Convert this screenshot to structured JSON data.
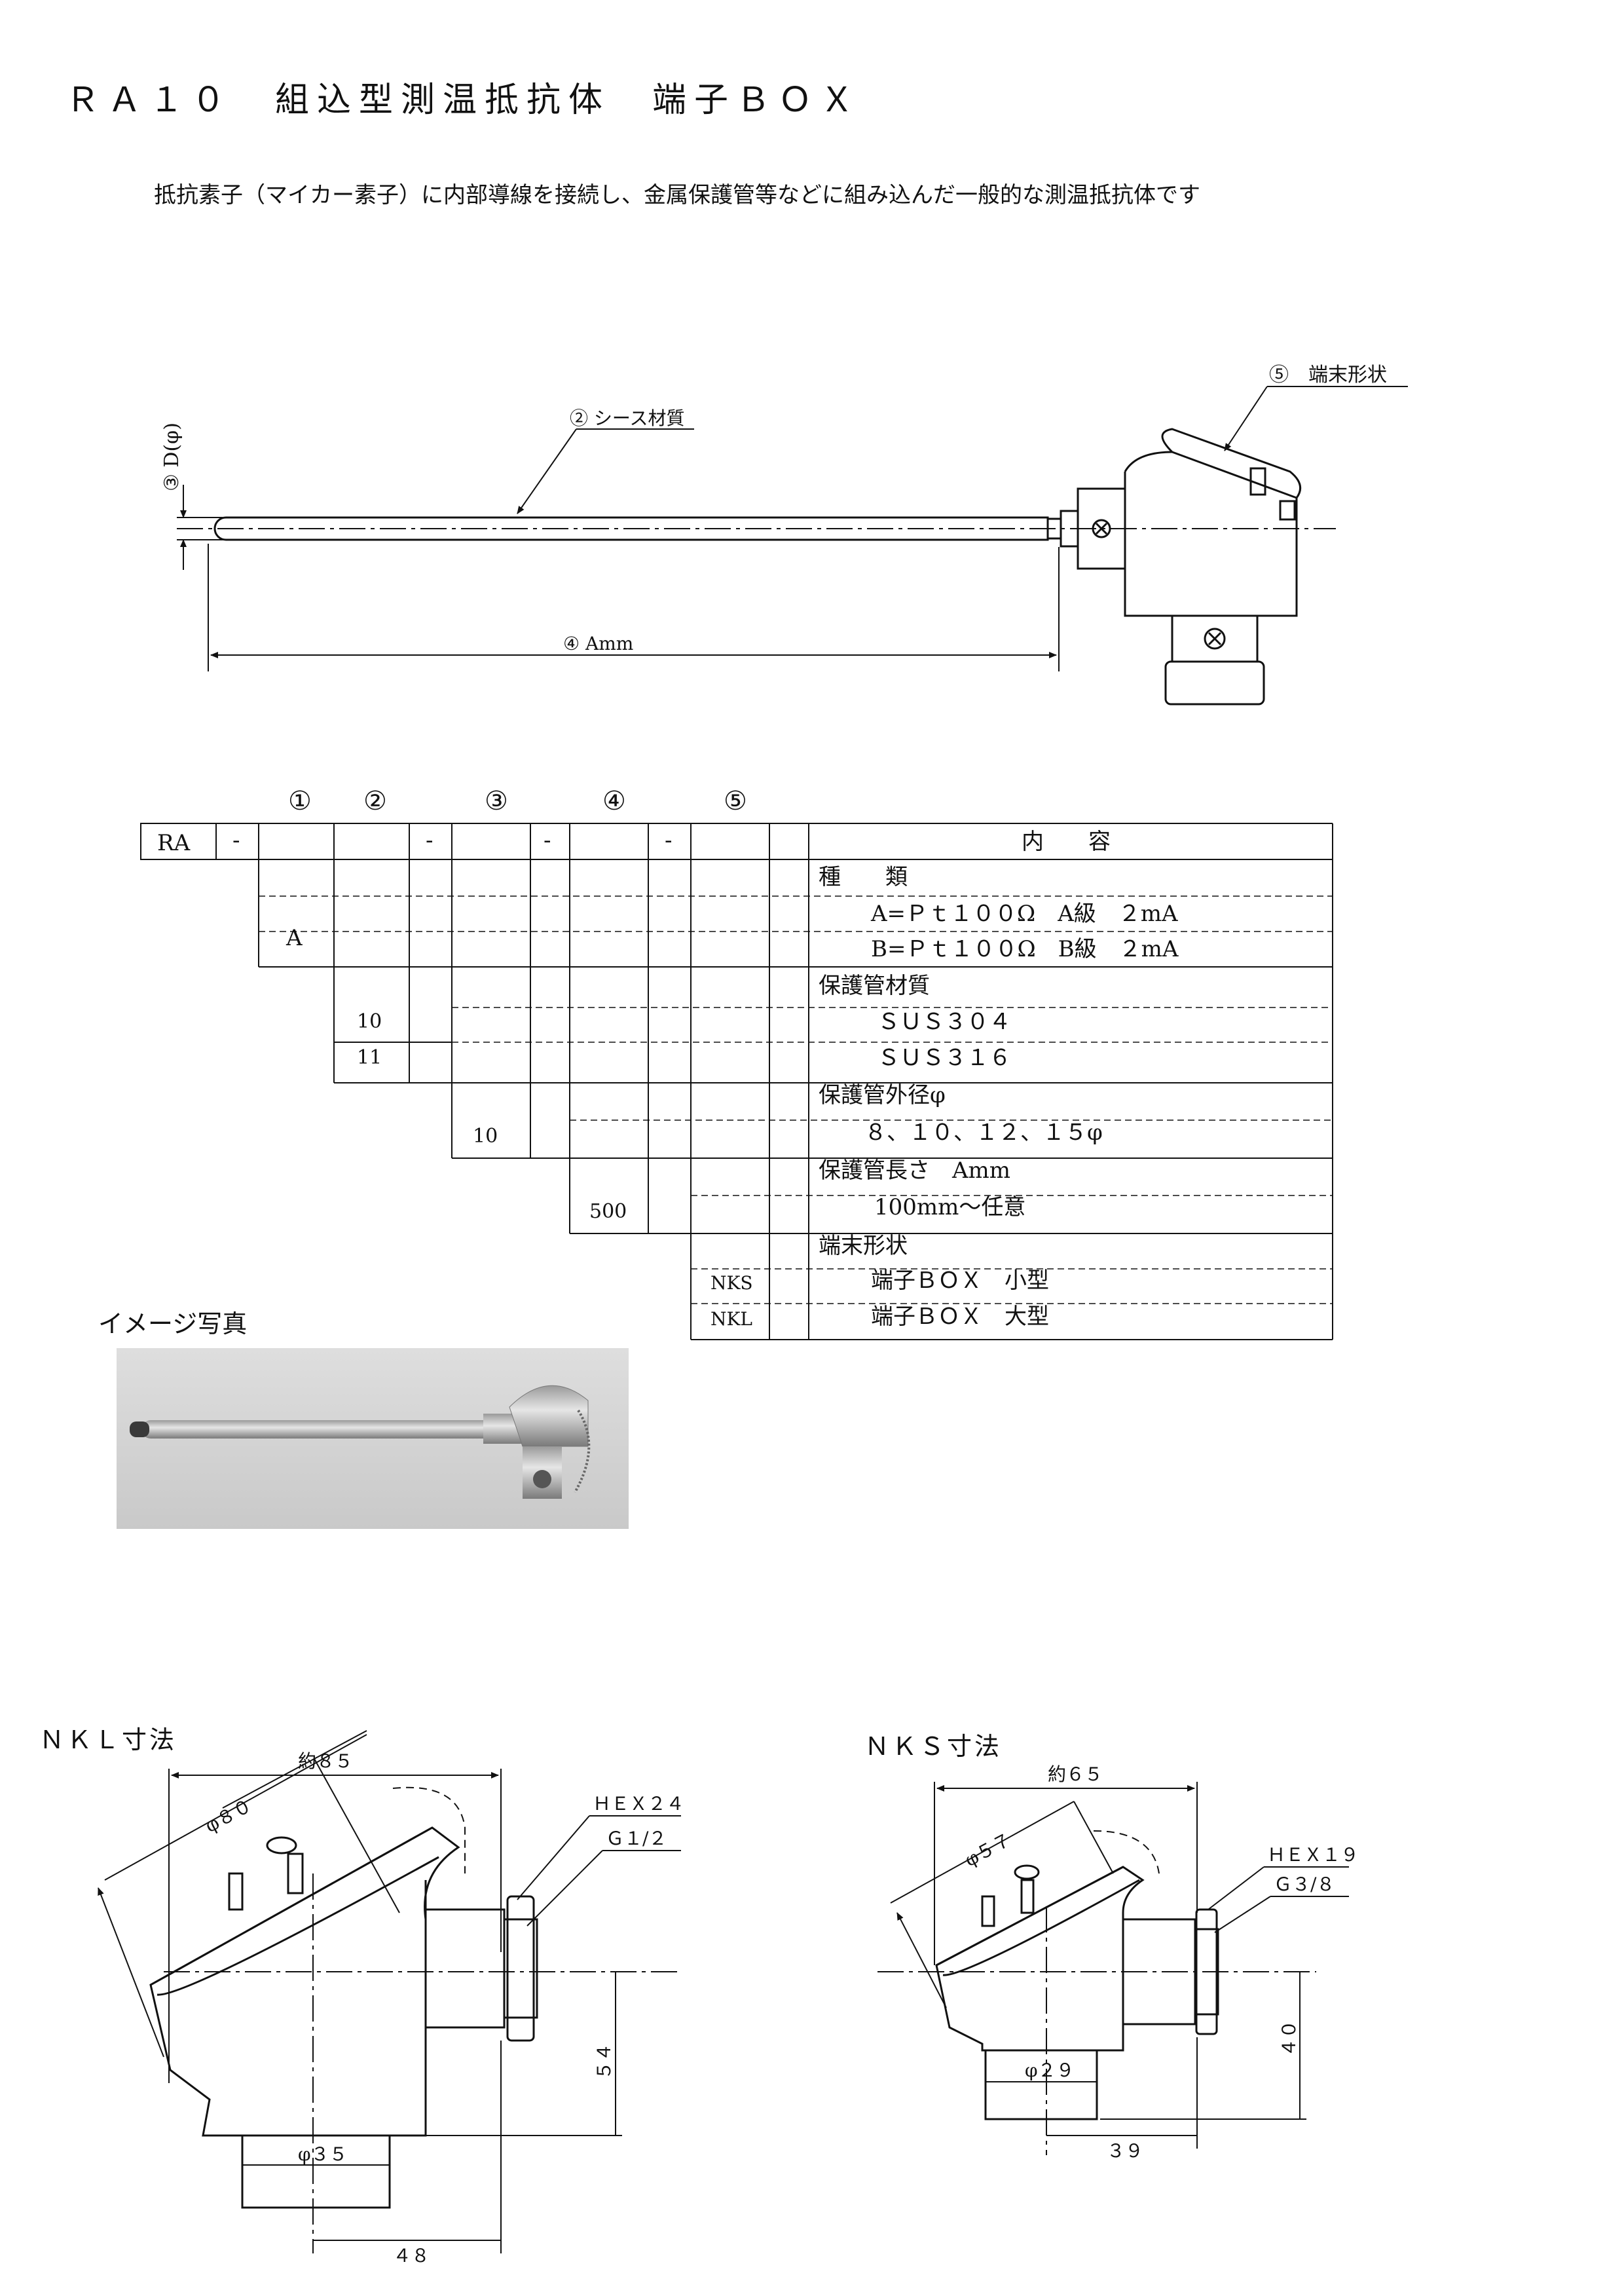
{
  "title": "ＲＡ１０　組込型測温抵抗体　端子ＢＯＸ",
  "description": "抵抗素子（マイカー素子）に内部導線を接続し、金属保護管等などに組み込んだ一般的な測温抵抗体です",
  "main_drawing": {
    "labels": {
      "diameter": "③ D(φ)",
      "sheath": "② シース材質",
      "length": "④ Amm",
      "terminal": "⑤　端末形状"
    }
  },
  "spec_table": {
    "column_numbers": [
      "①",
      "②",
      "③",
      "④",
      "⑤"
    ],
    "prefix": "RA",
    "dash": "-",
    "content_header": "内　　容",
    "codes": {
      "type_A": "A",
      "material_10": "10",
      "material_11": "11",
      "diameter_10": "10",
      "length_500": "500",
      "terminal_NKS": "NKS",
      "terminal_NKL": "NKL"
    },
    "content_rows": [
      "種　　類",
      "A=Ｐｔ１００Ω　A級　２mA",
      "B=Ｐｔ１００Ω　B級　２mA",
      "保護管材質",
      "ＳＵＳ３０４",
      "ＳＵＳ３１６",
      "保護管外径φ",
      "８、１０、１２、１５φ",
      "保護管長さ　Amm",
      "100mm～任意",
      "端末形状",
      "端子ＢＯＸ　小型",
      "端子ＢＯＸ　大型"
    ]
  },
  "photo_label": "イメージ写真",
  "nkl": {
    "title": "ＮＫＬ寸法",
    "width": "約８５",
    "head_dia": "φ８０",
    "hex": "ＨＥＸ２４",
    "thread": "Ｇ１/２",
    "height": "５４",
    "neck": "φ３５",
    "offset": "４８"
  },
  "nks": {
    "title": "ＮＫＳ寸法",
    "width": "約６５",
    "head_dia": "φ５７",
    "hex": "ＨＥＸ１９",
    "thread": "Ｇ３/８",
    "height": "４０",
    "neck": "φ２９",
    "offset": "３９"
  }
}
